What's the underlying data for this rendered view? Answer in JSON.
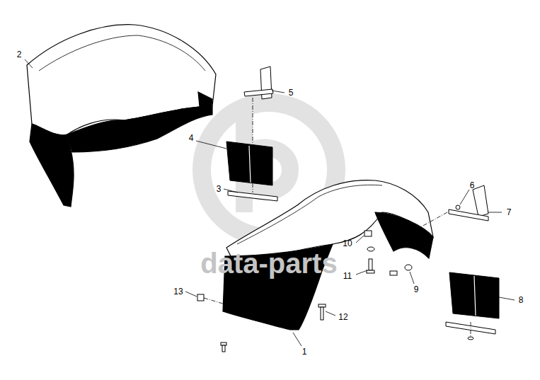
{
  "diagram": {
    "labels": [
      "data-parts",
      "2",
      "5",
      "4",
      "3",
      "6",
      "7",
      "10",
      "11",
      "9",
      "13",
      "12",
      "8",
      "1"
    ]
  }
}
